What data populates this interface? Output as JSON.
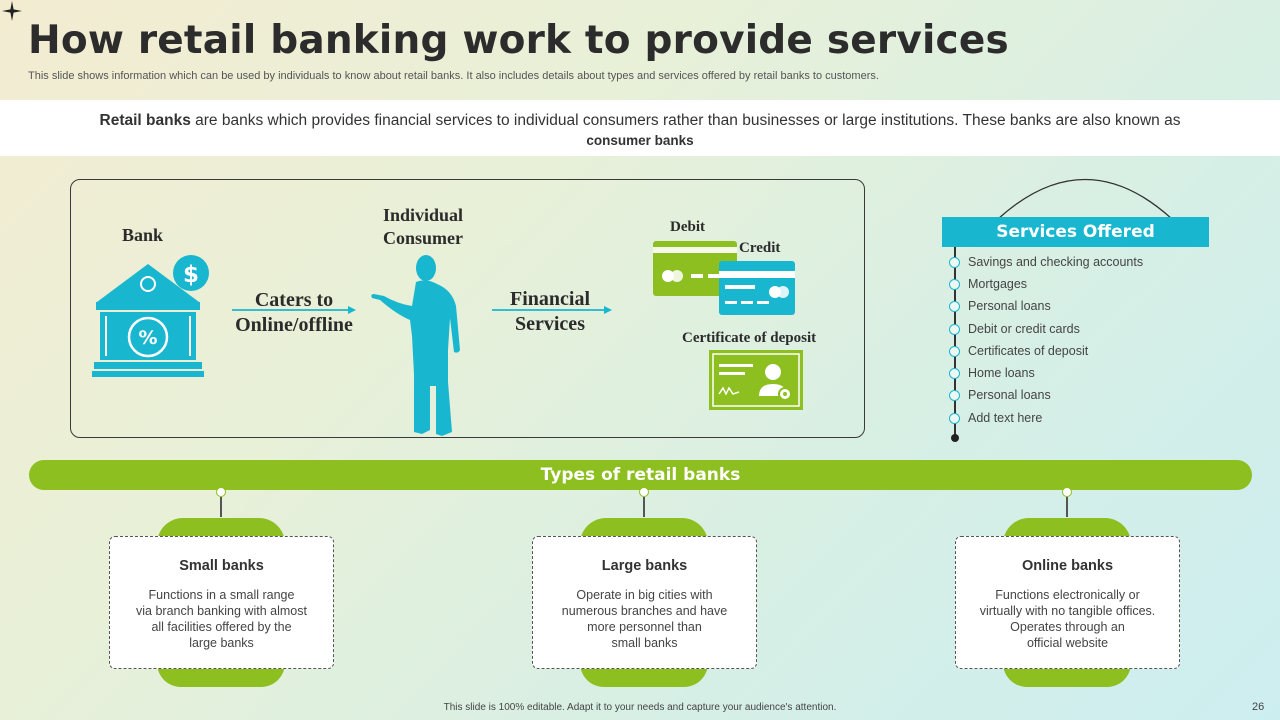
{
  "slide": {
    "title": "How retail banking work to provide services",
    "subtitle": "This slide shows information which can be used by individuals to know about retail banks. It also includes details about types and services offered by retail banks to customers.",
    "definition": {
      "term": "Retail banks",
      "text": " are banks which provides financial services to individual consumers rather than businesses or large institutions. These banks are also known as",
      "aka": "consumer banks"
    },
    "flow": {
      "bank_label": "Bank",
      "caters_label": "Caters to Online/offline",
      "consumer_label": "Individual Consumer",
      "financial_label": "Financial Services",
      "debit_label": "Debit",
      "credit_label": "Credit",
      "cod_label": "Certificate of deposit"
    },
    "services": {
      "header": "Services Offered",
      "items": [
        "Savings  and checking accounts",
        "Mortgages",
        "Personal loans",
        "Debit or credit cards",
        "Certificates of deposit",
        "Home loans",
        "Personal loans",
        "Add text here"
      ]
    },
    "types": {
      "header": "Types of retail banks",
      "cards": [
        {
          "title": "Small banks",
          "body": "Functions in a small range\nvia  branch banking with almost\nall facilities offered  by the\nlarge banks"
        },
        {
          "title": "Large banks",
          "body": "Operate in big cities with\nnumerous  branches and have\nmore personnel  than\nsmall banks"
        },
        {
          "title": "Online banks",
          "body": "Functions electronically or\nvirtually  with no tangible offices.\nOperates through  an\nofficial website"
        }
      ]
    },
    "footer": "This slide is 100% editable.  Adapt it to your needs and capture your audience's attention.",
    "page_number": "26",
    "colors": {
      "accent_blue": "#19b6d0",
      "accent_green": "#8cbf1f"
    }
  }
}
